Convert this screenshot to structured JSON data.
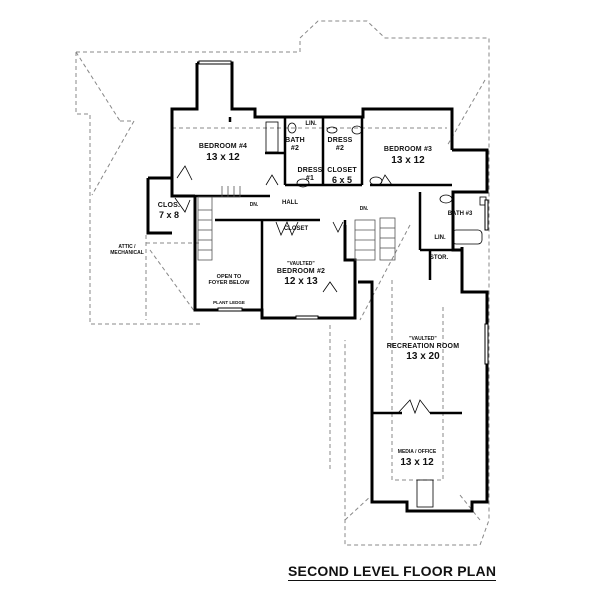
{
  "title": "SECOND LEVEL FLOOR PLAN",
  "colors": {
    "wall": "#000000",
    "dashed": "#888888",
    "background": "#ffffff"
  },
  "rooms": {
    "bedroom4": {
      "name": "BEDROOM #4",
      "dims": "13 x 12"
    },
    "bath2": {
      "name": "BATH",
      "sub": "#2"
    },
    "lin1": {
      "name": "LIN."
    },
    "dress2": {
      "name": "DRESS",
      "sub": "#2"
    },
    "dress1": {
      "name": "DRESS",
      "sub": "#1"
    },
    "closet_6x5": {
      "name": "CLOSET",
      "dims": "6 x 5"
    },
    "bedroom3": {
      "name": "BEDROOM #3",
      "dims": "13 x 12"
    },
    "clos": {
      "name": "CLOS.",
      "dims": "7 x 8"
    },
    "hall": {
      "name": "HALL"
    },
    "dn1": {
      "name": "DN."
    },
    "dn2": {
      "name": "DN."
    },
    "bath3": {
      "name": "BATH #3"
    },
    "lin2": {
      "name": "LIN."
    },
    "stor": {
      "name": "STOR."
    },
    "attic": {
      "name": "ATTIC /",
      "sub": "MECHANICAL"
    },
    "foyer": {
      "name": "OPEN TO",
      "sub": "FOYER BELOW"
    },
    "plant_ledge": {
      "name": "PLANT LEDGE"
    },
    "closet_br2": {
      "name": "CLOSET"
    },
    "bedroom2": {
      "vaulted": "\"VAULTED\"",
      "name": "BEDROOM #2",
      "dims": "12 x 13"
    },
    "recreation": {
      "vaulted": "\"VAULTED\"",
      "name": "RECREATION ROOM",
      "dims": "13 x 20"
    },
    "media": {
      "name": "MEDIA / OFFICE",
      "dims": "13 x 12"
    }
  }
}
